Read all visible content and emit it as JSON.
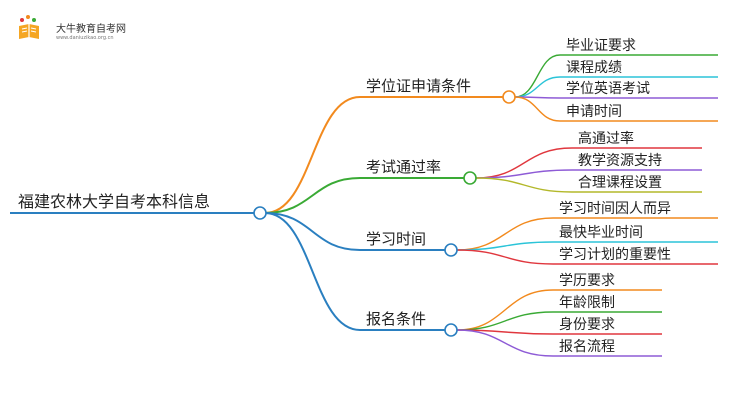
{
  "header": {
    "brand": "大牛教育自考网",
    "url": "www.daniuzikao.org.cn"
  },
  "mindmap": {
    "root": "福建农林大学自考本科信息",
    "branches": [
      {
        "label": "学位证申请条件",
        "color": "#f28a1e",
        "children": [
          {
            "label": "毕业证要求",
            "color": "#3aaa35"
          },
          {
            "label": "课程成绩",
            "color": "#2bc4d8"
          },
          {
            "label": "学位英语考试",
            "color": "#8e5bd6"
          },
          {
            "label": "申请时间",
            "color": "#f28a1e"
          }
        ]
      },
      {
        "label": "考试通过率",
        "color": "#3aaa35",
        "children": [
          {
            "label": "高通过率",
            "color": "#e0373e"
          },
          {
            "label": "教学资源支持",
            "color": "#8e5bd6"
          },
          {
            "label": "合理课程设置",
            "color": "#b3b82a"
          }
        ]
      },
      {
        "label": "学习时间",
        "color": "#2a7fc0",
        "children": [
          {
            "label": "学习时间因人而异",
            "color": "#f28a1e"
          },
          {
            "label": "最快毕业时间",
            "color": "#2bc4d8"
          },
          {
            "label": "学习计划的重要性",
            "color": "#e0373e"
          }
        ]
      },
      {
        "label": "报名条件",
        "color": "#2a7fc0",
        "children": [
          {
            "label": "学历要求",
            "color": "#f28a1e"
          },
          {
            "label": "年龄限制",
            "color": "#3aaa35"
          },
          {
            "label": "身份要求",
            "color": "#e0373e"
          },
          {
            "label": "报名流程",
            "color": "#8e5bd6"
          }
        ]
      }
    ]
  }
}
